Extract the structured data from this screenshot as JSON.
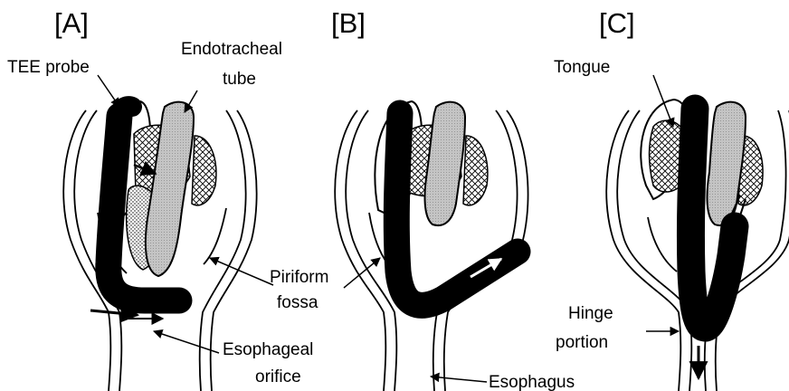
{
  "panels": [
    {
      "id": "A",
      "label": "[A]"
    },
    {
      "id": "B",
      "label": "[B]"
    },
    {
      "id": "C",
      "label": "[C]"
    }
  ],
  "labels": {
    "tee_probe": "TEE probe",
    "endotracheal_line1": "Endotracheal",
    "endotracheal_line2": "tube",
    "piriform_line1": "Piriform",
    "piriform_line2": "fossa",
    "esophageal_line1": "Esophageal",
    "esophageal_line2": "orifice",
    "esophagus": "Esophagus",
    "tongue": "Tongue",
    "hinge_line1": "Hinge",
    "hinge_line2": "portion"
  },
  "colors": {
    "probe": "#000000",
    "tube_fill": "#bdbdbd",
    "outline": "#000000",
    "background": "#ffffff"
  },
  "icons": [
    "arrow-icon",
    "crosshatch-pattern",
    "stipple-pattern"
  ]
}
